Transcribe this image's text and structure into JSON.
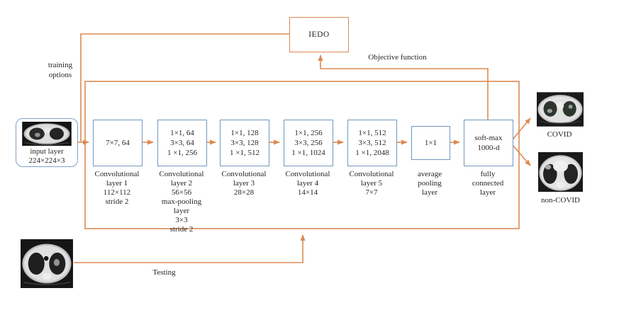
{
  "colors": {
    "line_orange": "#DC8A52",
    "box_blue": "#7396BE"
  },
  "iedo_box": {
    "label": "IEDO"
  },
  "annotations": {
    "training_options": [
      "training",
      "options"
    ],
    "objective_function": "Objective function",
    "testing": "Testing"
  },
  "input_layer": {
    "caption": [
      "input layer",
      "224×224×3"
    ]
  },
  "layers": [
    {
      "lines": [
        "7×7, 64"
      ],
      "caption": [
        "Convolutional",
        "layer 1",
        "112×112",
        "stride 2"
      ]
    },
    {
      "lines": [
        "1×1, 64",
        "3×3, 64",
        "1 ×1, 256"
      ],
      "caption": [
        "Convolutional",
        "layer 2",
        "56×56",
        "max-pooling",
        "layer",
        "3×3",
        "stride 2"
      ]
    },
    {
      "lines": [
        "1×1, 128",
        "3×3, 128",
        "1 ×1, 512"
      ],
      "caption": [
        "Convolutional",
        "layer 3",
        "28×28"
      ]
    },
    {
      "lines": [
        "1×1, 256",
        "3×3, 256",
        "1 ×1, 1024"
      ],
      "caption": [
        "Convolutional",
        "layer 4",
        "14×14"
      ]
    },
    {
      "lines": [
        "1×1, 512",
        "3×3, 512",
        "1 ×1, 2048"
      ],
      "caption": [
        "Convolutional",
        "layer 5",
        "7×7"
      ]
    },
    {
      "lines": [
        "1×1"
      ],
      "caption": [
        "average",
        "pooling",
        "layer"
      ]
    },
    {
      "lines": [
        "soft-max",
        "1000-d"
      ],
      "caption": [
        "fully",
        "connected",
        "layer"
      ]
    }
  ],
  "outputs": {
    "covid_label": "COVID",
    "non_covid_label": "non-COVID"
  }
}
